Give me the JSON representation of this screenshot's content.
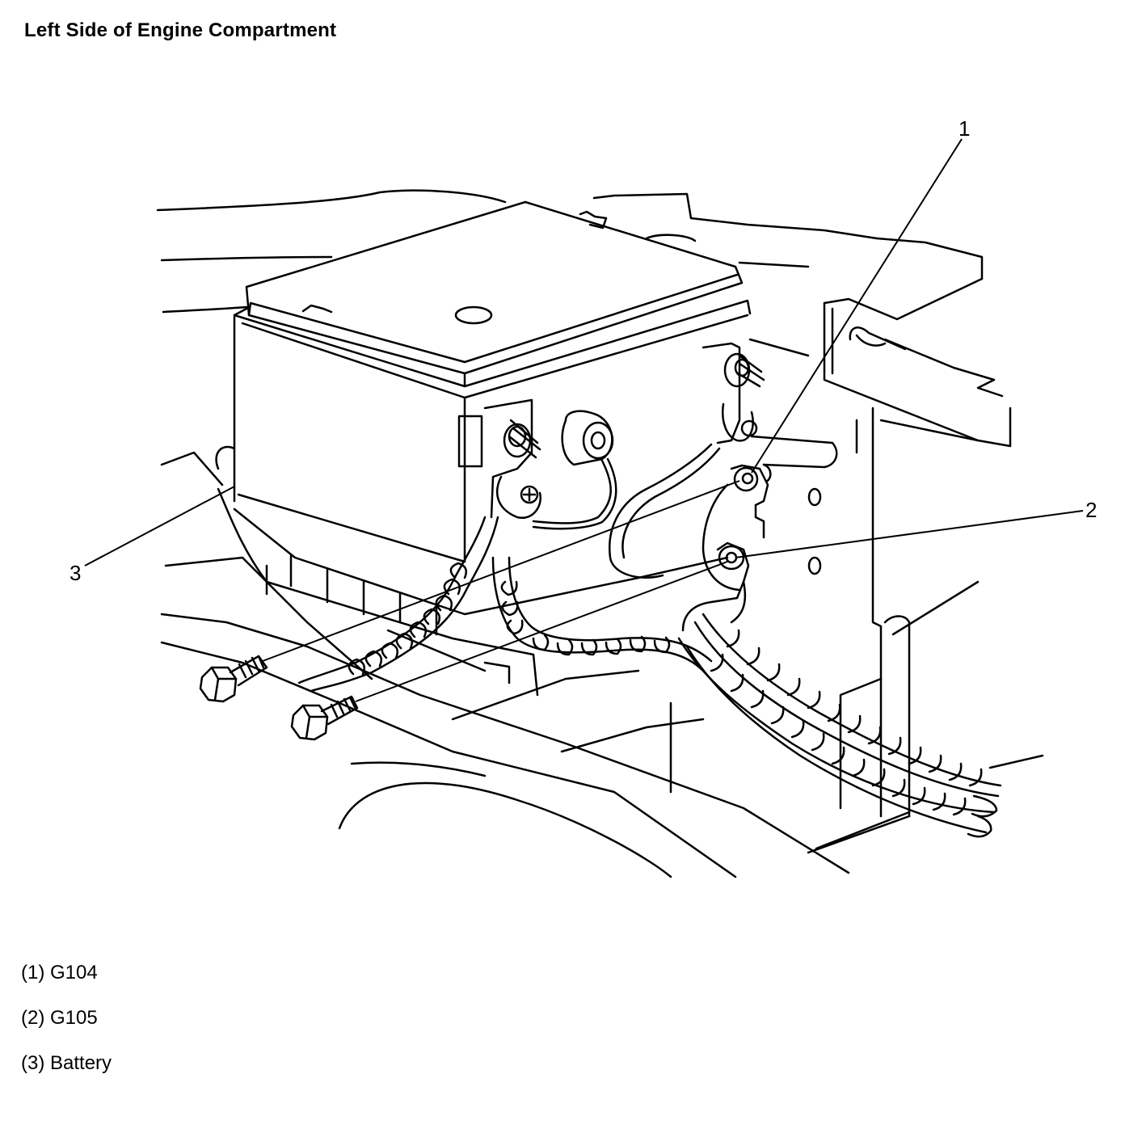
{
  "title": "Left Side of Engine Compartment",
  "callouts": [
    {
      "number": "1",
      "label": "(1) G104"
    },
    {
      "number": "2",
      "label": "(2) G105"
    },
    {
      "number": "3",
      "label": "(3) Battery"
    }
  ]
}
